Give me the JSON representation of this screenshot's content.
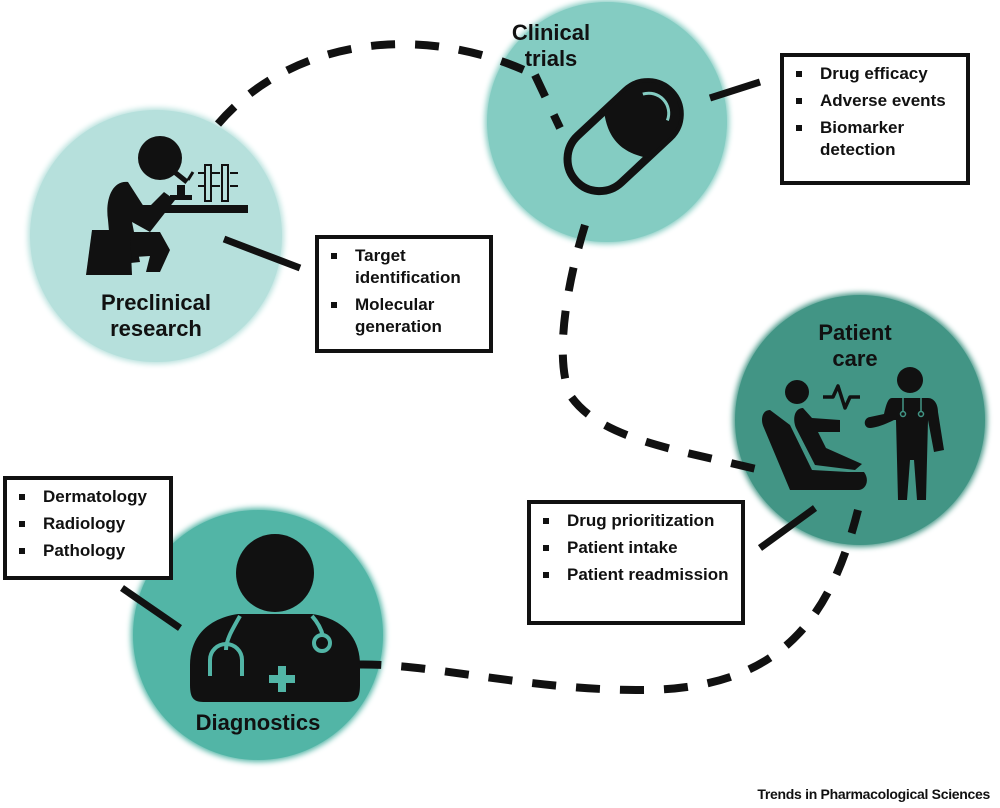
{
  "stages": {
    "preclinical": {
      "label_line1": "Preclinical",
      "label_line2": "research",
      "icon": "scientist-microscope-icon",
      "color": "#b6e0dc",
      "items": [
        "Target identification",
        "Molecular generation"
      ]
    },
    "clinical": {
      "label_line1": "Clinical",
      "label_line2": "trials",
      "icon": "pill-capsule-icon",
      "color": "#84ccc2",
      "items": [
        "Drug efficacy",
        "Adverse events",
        "Biomarker detection"
      ]
    },
    "patient_care": {
      "label_line1": "Patient",
      "label_line2": "care",
      "icon": "patient-doctor-icon",
      "color": "#429585",
      "items": [
        "Drug prioritization",
        "Patient intake",
        "Patient readmission"
      ]
    },
    "diagnostics": {
      "label_line1": "Diagnostics",
      "icon": "doctor-stethoscope-icon",
      "color": "#52b5a6",
      "items": [
        "Dermatology",
        "Radiology",
        "Pathology"
      ]
    }
  },
  "footer": "Trends in Pharmacological Sciences"
}
